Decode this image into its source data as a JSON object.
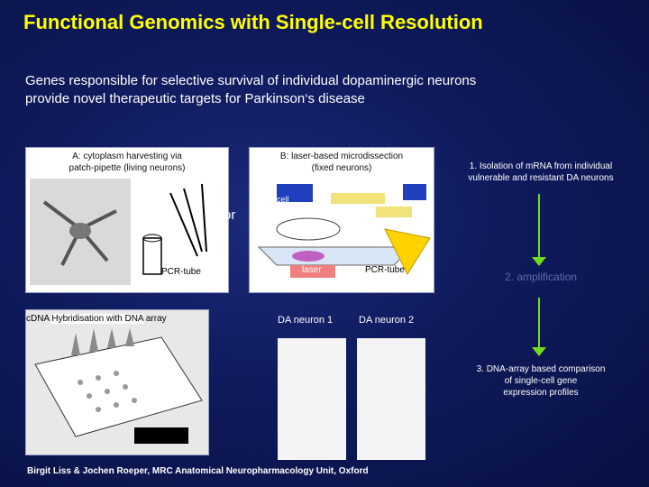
{
  "title": "Functional Genomics with Single-cell Resolution",
  "subtitle_line1": "Genes responsible for selective survival of individual dopaminergic neurons",
  "subtitle_line2": "provide novel therapeutic targets for Parkinson‘s disease",
  "panel_a": {
    "caption_line1": "A: cytoplasm harvesting via",
    "caption_line2": "patch-pipette (living neurons)",
    "tube_label": "PCR-tube"
  },
  "or_label": "or",
  "panel_b": {
    "caption_line1": "B: laser-based  microdissection",
    "caption_line2": "(fixed neurons)",
    "cell_label": "cell",
    "laser_label": "laser",
    "tube_label": "PCR-tube"
  },
  "hybrid_panel": {
    "prefix": "cDNA",
    "label": "Hybridisation with DNA",
    "suffix": "array"
  },
  "array_labels": {
    "neuron1": "DA neuron 1",
    "neuron2": "DA neuron 2"
  },
  "steps": {
    "step1_line1": "1. Isolation of mRNA from individual",
    "step1_line2": "vulnerable and resistant DA neurons",
    "step2": "2. amplification",
    "step3_line1": "3. DNA-array based comparison",
    "step3_line2": "of single-cell gene",
    "step3_line3": "expression profiles"
  },
  "credit": "Birgit Liss & Jochen Roeper, MRC Anatomical Neuropharmacology Unit, Oxford",
  "colors": {
    "title": "#ffff00",
    "arrow": "#6fdc1f",
    "background": "#0f1a5c"
  }
}
